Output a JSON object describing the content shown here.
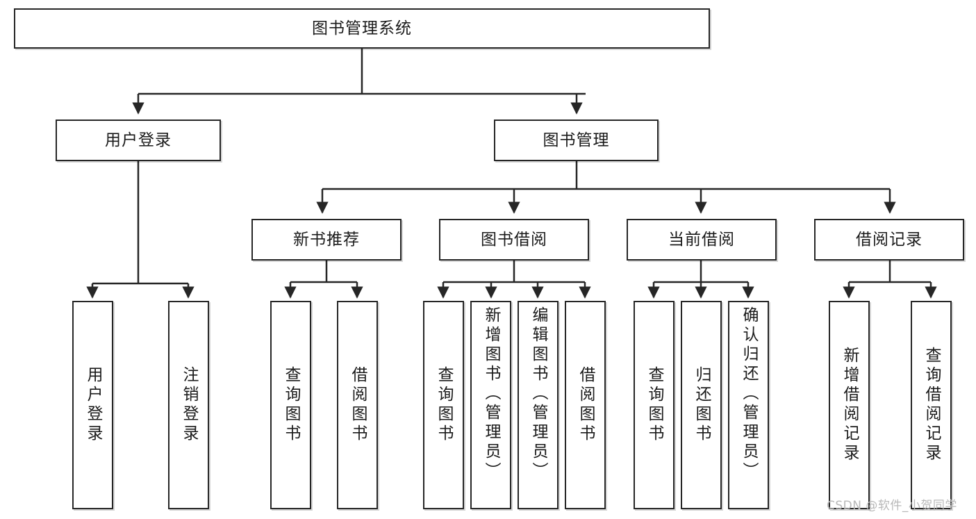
{
  "diagram": {
    "title": "图书管理系统",
    "type": "tree-hierarchy-diagram",
    "watermark": "CSDN @软件_小贺同学",
    "colors": {
      "border": "#262626",
      "background": "#ffffff",
      "text": "#1a1a1a",
      "watermark": "#b8b8b8"
    },
    "nodes": {
      "root": {
        "label": "图书管理系统"
      },
      "level2": [
        {
          "label": "用户登录"
        },
        {
          "label": "图书管理"
        }
      ],
      "level3": [
        {
          "label": "新书推荐"
        },
        {
          "label": "图书借阅"
        },
        {
          "label": "当前借阅"
        },
        {
          "label": "借阅记录"
        }
      ],
      "leaves": {
        "user_login": [
          {
            "label": "用户登录"
          },
          {
            "label": "注销登录"
          }
        ],
        "new_book_recommend": [
          {
            "label": "查询图书"
          },
          {
            "label": "借阅图书"
          }
        ],
        "book_borrow": [
          {
            "label": "查询图书"
          },
          {
            "label": "新增图书（管理员）"
          },
          {
            "label": "编辑图书（管理员）"
          },
          {
            "label": "借阅图书"
          }
        ],
        "current_borrow": [
          {
            "label": "查询图书"
          },
          {
            "label": "归还图书"
          },
          {
            "label": "确认归还（管理员）"
          }
        ],
        "borrow_record": [
          {
            "label": "新增借阅记录"
          },
          {
            "label": "查询借阅记录"
          }
        ]
      }
    }
  }
}
